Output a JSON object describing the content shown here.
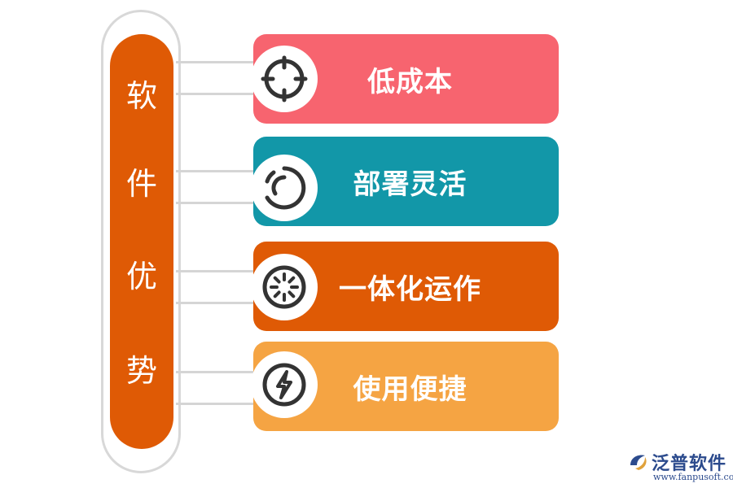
{
  "main_label": [
    "软",
    "件",
    "优",
    "势"
  ],
  "items": [
    {
      "label": "低成本",
      "color": "#f7646f",
      "icon": "crosshair-icon"
    },
    {
      "label": "部署灵活",
      "color": "#1297a8",
      "icon": "circular-arrows-icon"
    },
    {
      "label": "一体化运作",
      "color": "#df5a05",
      "icon": "radial-dial-icon"
    },
    {
      "label": "使用便捷",
      "color": "#f5a443",
      "icon": "lightning-bolt-icon"
    }
  ],
  "logo": {
    "name": "泛普软件",
    "url": "www.fanpusoft.com",
    "color": "#2c4b8d"
  }
}
